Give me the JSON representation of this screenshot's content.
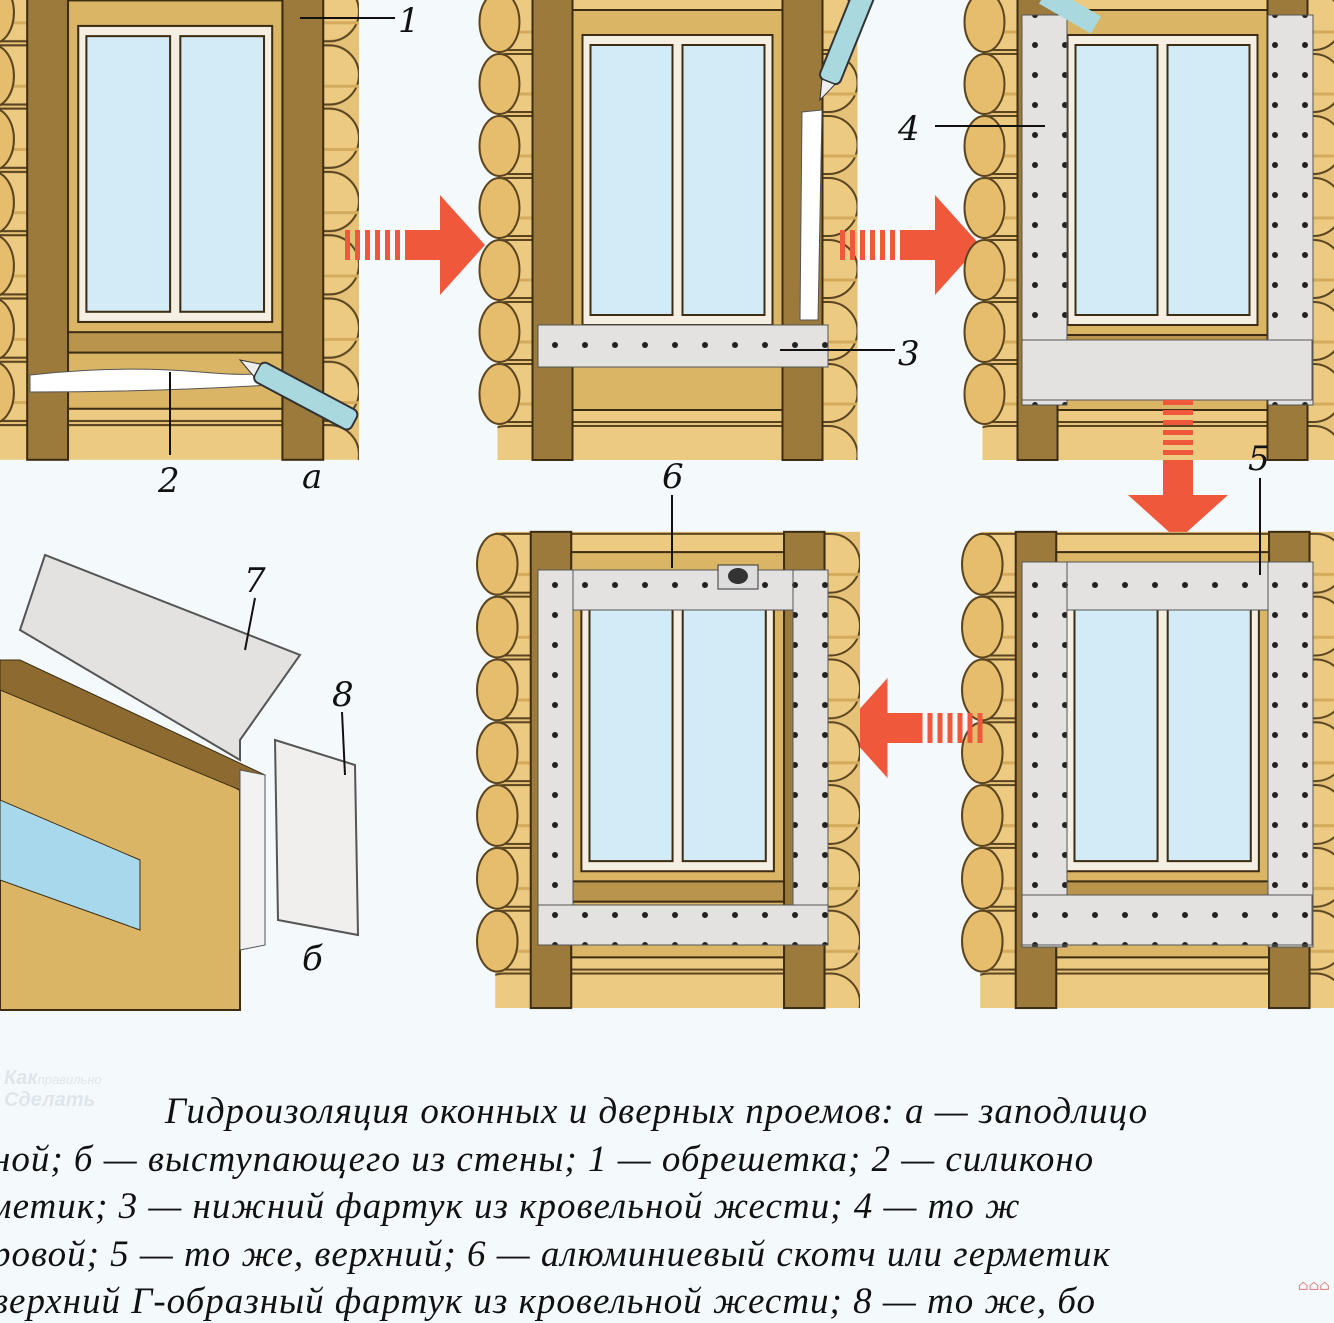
{
  "labels": {
    "n1": "1",
    "n2": "2",
    "n3": "3",
    "n4": "4",
    "n5": "5",
    "n6": "6",
    "n7": "7",
    "n8": "8",
    "a": "а",
    "b": "б"
  },
  "watermark": {
    "line1": "Как",
    "line1b": "правильно",
    "line2": "Сделать"
  },
  "caption": [
    "Гидроизоляция оконных и дверных проемов: а — заподлицо",
    "ной;     б — выступающего из стены; 1 — обрешетка; 2 — силиконо",
    "метик;                 3 — нижний фартук из кровельной жести; 4 — то ж",
    "ровой; 5 — то же, верхний; 6 — алюминиевый скотч или герметик",
    "верхний Г-образный фартук из кровельной жести; 8 — то же, бо"
  ],
  "colors": {
    "log": "#e6c278",
    "post": "#9b7a3c",
    "casing": "#d9b565",
    "glass": "#d3ebf6",
    "membrane": "#e4e2e0",
    "arrow": "#f0583c"
  }
}
